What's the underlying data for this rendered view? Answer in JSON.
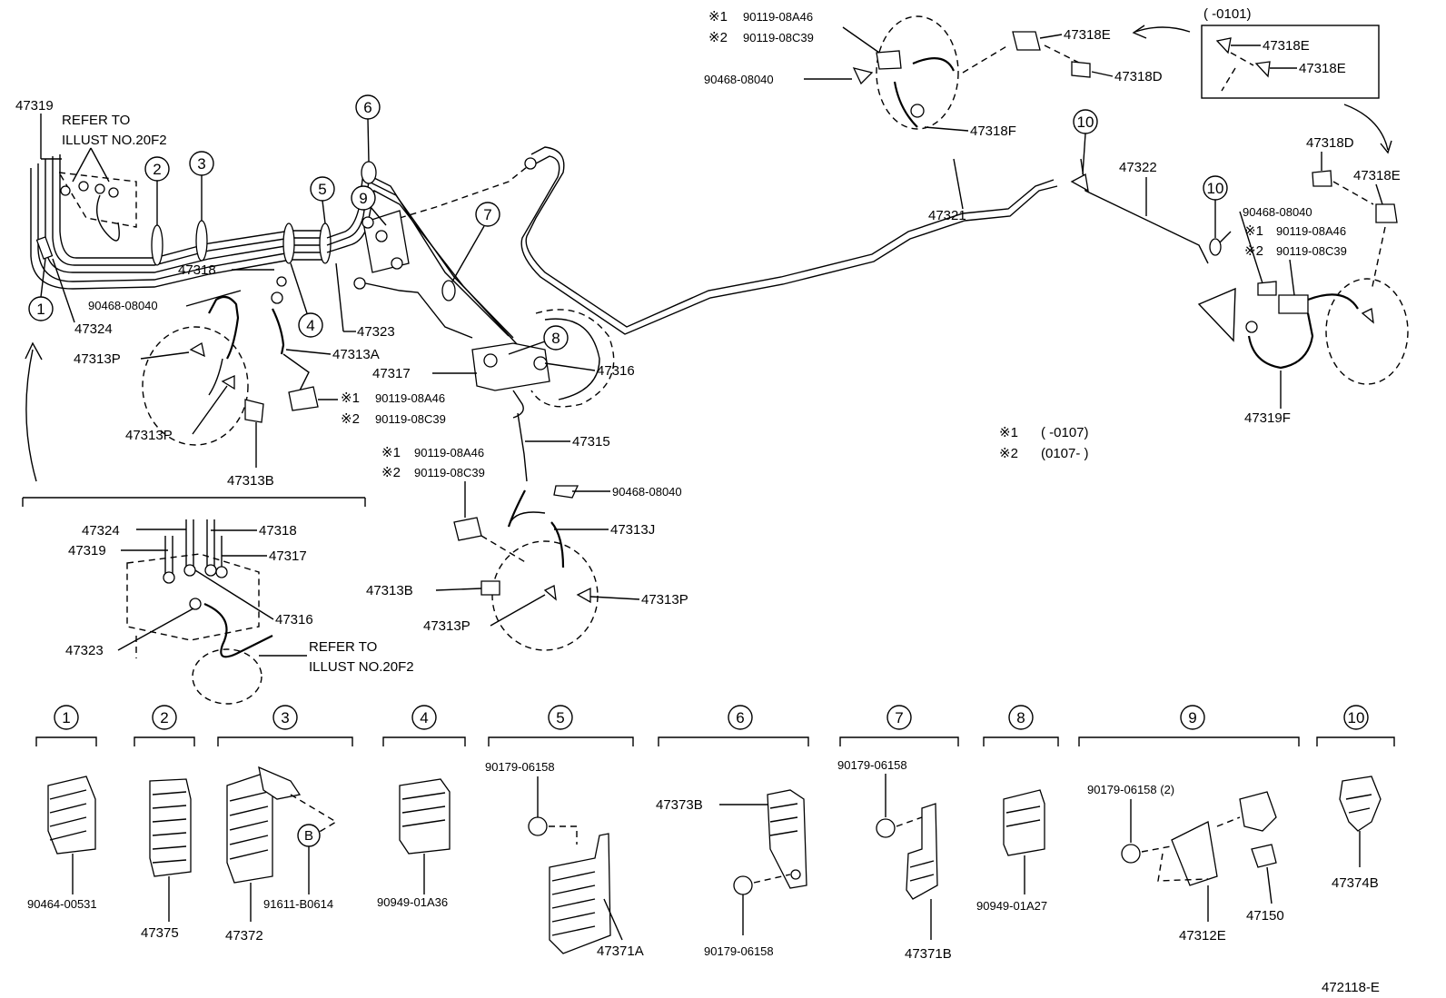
{
  "diagram_id": "472118-E",
  "legend": {
    "mark1": "※1",
    "mark1_range": "(      -0107)",
    "mark2": "※2",
    "mark2_range": "(0107-      )",
    "inset_range": "(      -0101)"
  },
  "labels": {
    "p47319": "47319",
    "refer1a": "REFER TO",
    "refer1b": "ILLUST NO.20F2",
    "p47318": "47318",
    "p90468a": "90468-08040",
    "p47324": "47324",
    "p47323": "47323",
    "p47313A": "47313A",
    "p47313P_1": "47313P",
    "p47313P_2": "47313P",
    "p47313B_1": "47313B",
    "m1a": "※1",
    "bolt1a": "90119-08A46",
    "m2a": "※2",
    "bolt2a": "90119-08C39",
    "p47317": "47317",
    "p47316": "47316",
    "p47315": "47315",
    "m1b": "※1",
    "bolt1b": "90119-08A46",
    "m2b": "※2",
    "bolt2b": "90119-08C39",
    "p90468b": "90468-08040",
    "p47313J": "47313J",
    "p47313B_2": "47313B",
    "p47313P_3": "47313P",
    "p47313P_4": "47313P",
    "m1c": "※1",
    "bolt1c": "90119-08A46",
    "m2c": "※2",
    "bolt2c": "90119-08C39",
    "p90468c": "90468-08040",
    "p47318E_1": "47318E",
    "p47318D_1": "47318D",
    "p47318F": "47318F",
    "p47321": "47321",
    "p47322": "47322",
    "p47318E_2": "47318E",
    "p47318E_3": "47318E",
    "p47318D_2": "47318D",
    "p47318E_4": "47318E",
    "p90468d": "90468-08040",
    "m1d": "※1",
    "bolt1d": "90119-08A46",
    "m2d": "※2",
    "bolt2d": "90119-08C39",
    "p47319F": "47319F"
  },
  "inset_block": {
    "p47324": "47324",
    "p47318": "47318",
    "p47319": "47319",
    "p47317": "47317",
    "p47316": "47316",
    "p47323": "47323",
    "refer_a": "REFER TO",
    "refer_b": "ILLUST NO.20F2"
  },
  "callouts": [
    "1",
    "2",
    "3",
    "4",
    "5",
    "6",
    "7",
    "8",
    "9",
    "10"
  ],
  "clamp_sections": [
    {
      "num": "1",
      "part": "90464-00531"
    },
    {
      "num": "2",
      "part": "47375"
    },
    {
      "num": "3",
      "part": "47372",
      "extra": "91611-B0614",
      "ref": "B"
    },
    {
      "num": "4",
      "part": "90949-01A36"
    },
    {
      "num": "5",
      "part": "47371A",
      "grommet": "90179-06158"
    },
    {
      "num": "6",
      "part": "47373B",
      "grommet": "90179-06158"
    },
    {
      "num": "7",
      "part": "47371B",
      "grommet": "90179-06158"
    },
    {
      "num": "8",
      "part": "90949-01A27"
    },
    {
      "num": "9",
      "part": "47312E",
      "part2": "47150",
      "grommet": "90179-06158 (2)"
    },
    {
      "num": "10",
      "part": "47374B"
    }
  ]
}
